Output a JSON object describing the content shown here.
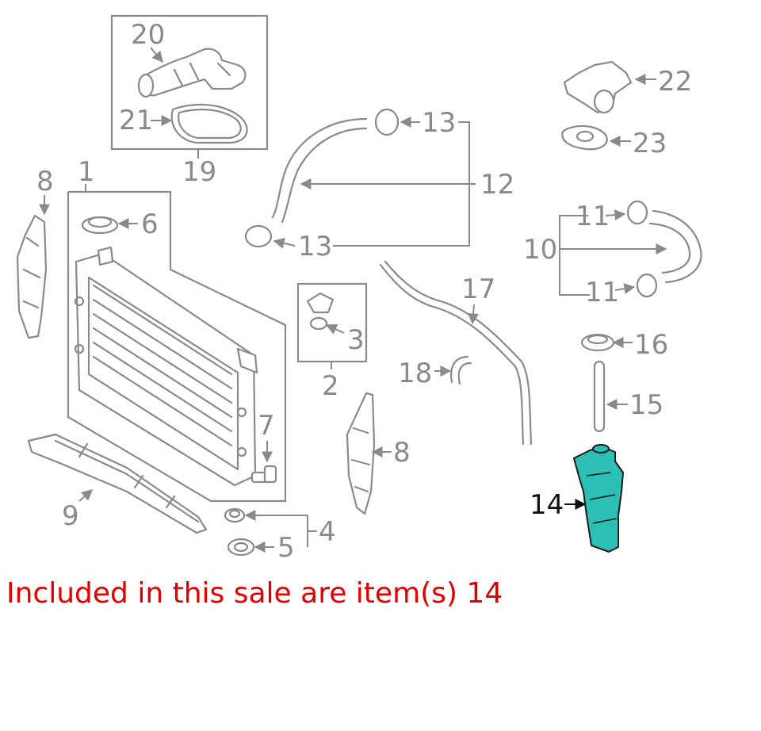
{
  "caption": "Included in this sale are item(s) 14",
  "highlight_color": "#2bbfb5",
  "caption_color": "#e00000",
  "line_color": "#8a8a8a",
  "callouts": {
    "c1": "1",
    "c2": "2",
    "c3": "3",
    "c4": "4",
    "c5": "5",
    "c6": "6",
    "c7": "7",
    "c8a": "8",
    "c8b": "8",
    "c9": "9",
    "c10": "10",
    "c11a": "11",
    "c11b": "11",
    "c12": "12",
    "c13a": "13",
    "c13b": "13",
    "c14": "14",
    "c15": "15",
    "c16": "16",
    "c17": "17",
    "c18": "18",
    "c19": "19",
    "c20": "20",
    "c21": "21",
    "c22": "22",
    "c23": "23"
  }
}
